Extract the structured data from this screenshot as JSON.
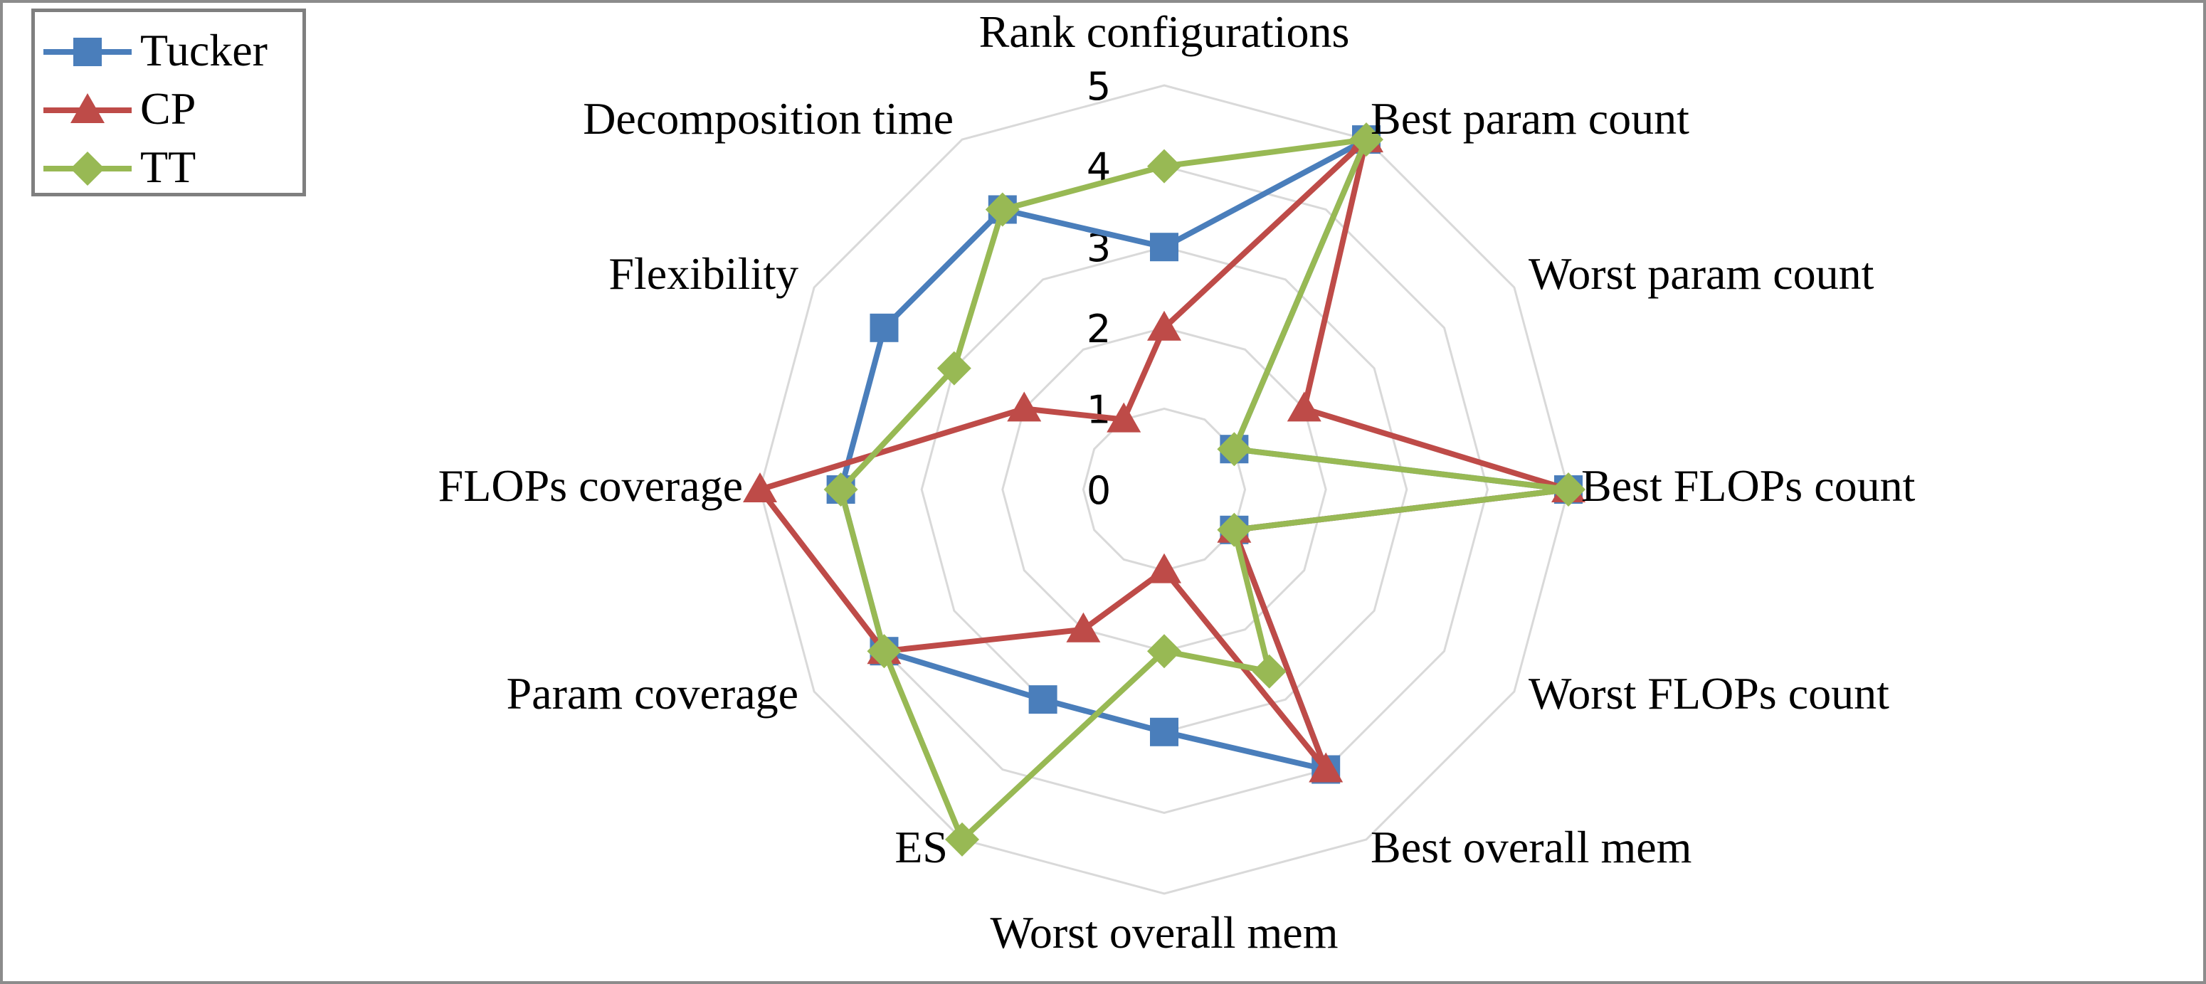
{
  "chart_data": {
    "type": "radar",
    "categories": [
      "Rank configurations",
      "Best param count",
      "Worst param count",
      "Best FLOPs count",
      "Worst FLOPs count",
      "Best overall mem",
      "Worst overall mem",
      "ES",
      "Param coverage",
      "FLOPs coverage",
      "Flexibility",
      "Decomposition time"
    ],
    "rlim": [
      0,
      5
    ],
    "ticks": [
      "0",
      "1",
      "2",
      "3",
      "4",
      "5"
    ],
    "grid": true,
    "legend_position": "top-left",
    "series": [
      {
        "name": "Tucker",
        "color": "#4a7ebb",
        "marker": "square",
        "values": [
          3,
          5,
          1,
          5,
          1,
          4,
          3,
          3,
          4,
          4,
          4,
          4
        ]
      },
      {
        "name": "CP",
        "color": "#be4b48",
        "marker": "triangle",
        "values": [
          2,
          5,
          2,
          5,
          1,
          4,
          1,
          2,
          4,
          5,
          2,
          1
        ]
      },
      {
        "name": "TT",
        "color": "#98b954",
        "marker": "diamond",
        "values": [
          4,
          5,
          1,
          5,
          1,
          2.6,
          2,
          5,
          4,
          4,
          3,
          4
        ]
      }
    ]
  }
}
